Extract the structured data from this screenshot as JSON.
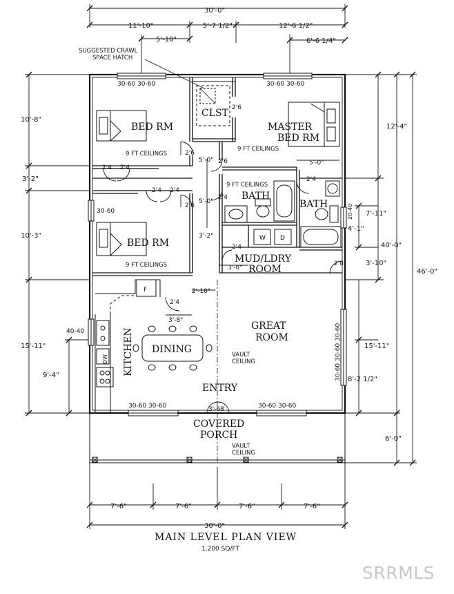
{
  "title": "MAIN LEVEL PLAN VIEW",
  "subtitle": "1,200 SQ/FT",
  "watermark": "SRRMLS",
  "rooms": {
    "bed_rm_1": "BED RM",
    "bed_rm_2": "BED RM",
    "master_line1": "MASTER",
    "master_line2": "BED RM",
    "clst": "CLST",
    "bath_1": "BATH",
    "bath_2": "BATH",
    "mud_line1": "MUD/LDRY",
    "mud_line2": "ROOM",
    "great_line1": "GREAT",
    "great_line2": "ROOM",
    "dining": "DINING",
    "kitchen": "KITCHEN",
    "entry": "ENTRY",
    "porch_line1": "COVERED",
    "porch_line2": "PORCH"
  },
  "notes": {
    "crawl_line1": "SUGGESTED CRAWL",
    "crawl_line2": "SPACE HATCH",
    "ceil_bed1": "9 FT CEILINGS",
    "ceil_bed2": "9 FT CEILINGS",
    "ceil_master": "9 FT CEILINGS",
    "ceil_bath": "9 FT CEILINGS",
    "vault1_line1": "VAULT",
    "vault1_line2": "CEILING",
    "vault2_line1": "VAULT",
    "vault2_line2": "CEILING"
  },
  "windows": {
    "bed1_top": "30-60 30-60",
    "master_top": "30-60 30-60",
    "bed2_side": "30-60",
    "great_side": "30-60 30-60 30-60",
    "kitchen_side": "40-40",
    "bath_side": "20-40",
    "front_left": "30-60 30-60",
    "front_right": "30-60 30-60"
  },
  "appliances": {
    "dw": "DW",
    "washer": "W",
    "dryer": "D",
    "fridge": "F"
  },
  "doors": {
    "clst": "2'6",
    "bed1_a": "2'4",
    "bed1_b": "2'4",
    "bed1_door": "2'6",
    "hall_door": "2'6",
    "hall_2": "2'4",
    "hall_3": "2'4",
    "bed2_door": "2'6",
    "bath_door": "2'4",
    "bath2_door": "2'4",
    "mud_door": "2'4",
    "pantry": "2'4",
    "side_door": "2'8",
    "entry_door": "3'-68"
  },
  "dims": {
    "top_overall": "30'-0\"",
    "top_a": "11'-10\"",
    "top_b": "5'-7 1/2\"",
    "top_c": "12'-6 1/2\"",
    "top_d": "5'-10\"",
    "top_e": "6'-6 1/4\"",
    "left_a": "10'-8\"",
    "left_b": "3'-2\"",
    "left_c": "10'-3\"",
    "left_d": "15'-11\"",
    "left_e": "9'-4\"",
    "right_a": "12'-4\"",
    "right_b": "7'-11\"",
    "right_c": "4'-1\"",
    "right_d": "3'-10\"",
    "right_e": "15'-11\"",
    "right_f": "8'-2 1/2\"",
    "right_g": "6'-0\"",
    "right_mid": "40'-0\"",
    "right_overall": "46'-0\"",
    "hall_a": "5'-0\"",
    "hall_b": "5'-0\"",
    "hall_c": "3'-2\"",
    "hall_d": "3'-8\"",
    "master_a": "5'-0\"",
    "kit_a": "2'-10\"",
    "kit_b": "3'-8\"",
    "bottom_a": "7'-6\"",
    "bottom_b": "7'-6\"",
    "bottom_c": "7'-6\"",
    "bottom_d": "7'-6\"",
    "bottom_overall": "30'-0\""
  }
}
